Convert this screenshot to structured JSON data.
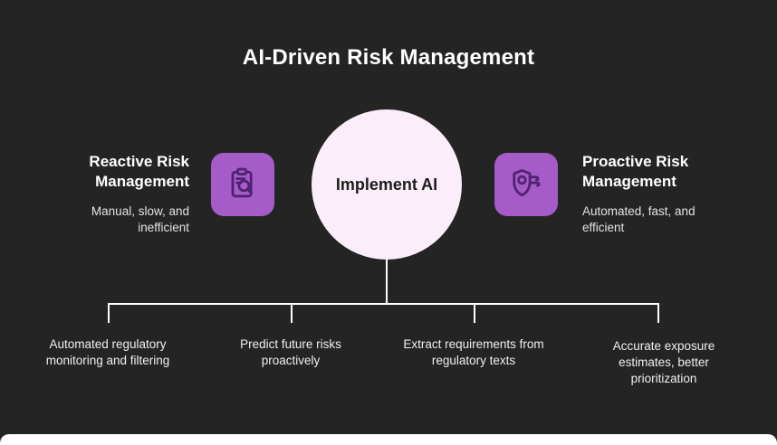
{
  "title": "AI-Driven Risk Management",
  "center": {
    "label": "Implement AI"
  },
  "left": {
    "heading": "Reactive Risk Management",
    "subtitle": "Manual, slow, and inefficient",
    "icon": "clipboard-search-icon"
  },
  "right": {
    "heading": "Proactive Risk Management",
    "subtitle": "Automated, fast, and efficient",
    "icon": "shield-wind-icon"
  },
  "branches": [
    {
      "label": "Automated regulatory monitoring and filtering"
    },
    {
      "label": "Predict future risks proactively"
    },
    {
      "label": "Extract requirements from regulatory texts"
    },
    {
      "label": "Accurate exposure estimates, better prioritization"
    }
  ],
  "colors": {
    "background": "#242424",
    "accent_purple": "#a55bc8",
    "icon_stroke": "#4f2270",
    "circle_fill": "#fbeefa",
    "connector": "#ffffff",
    "text_primary": "#ffffff",
    "text_secondary": "#e3e3e3"
  }
}
